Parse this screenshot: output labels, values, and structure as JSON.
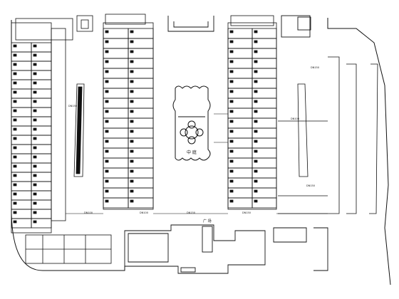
{
  "plan": {
    "palette": {
      "background": "#ffffff",
      "line": "#111111"
    },
    "center_label": "中 庭",
    "square_label": "广 场",
    "callouts": [
      "DN150",
      "DN100",
      "DN100",
      "DN150",
      "DN150",
      "DN150",
      "DN100",
      "DN150"
    ]
  }
}
